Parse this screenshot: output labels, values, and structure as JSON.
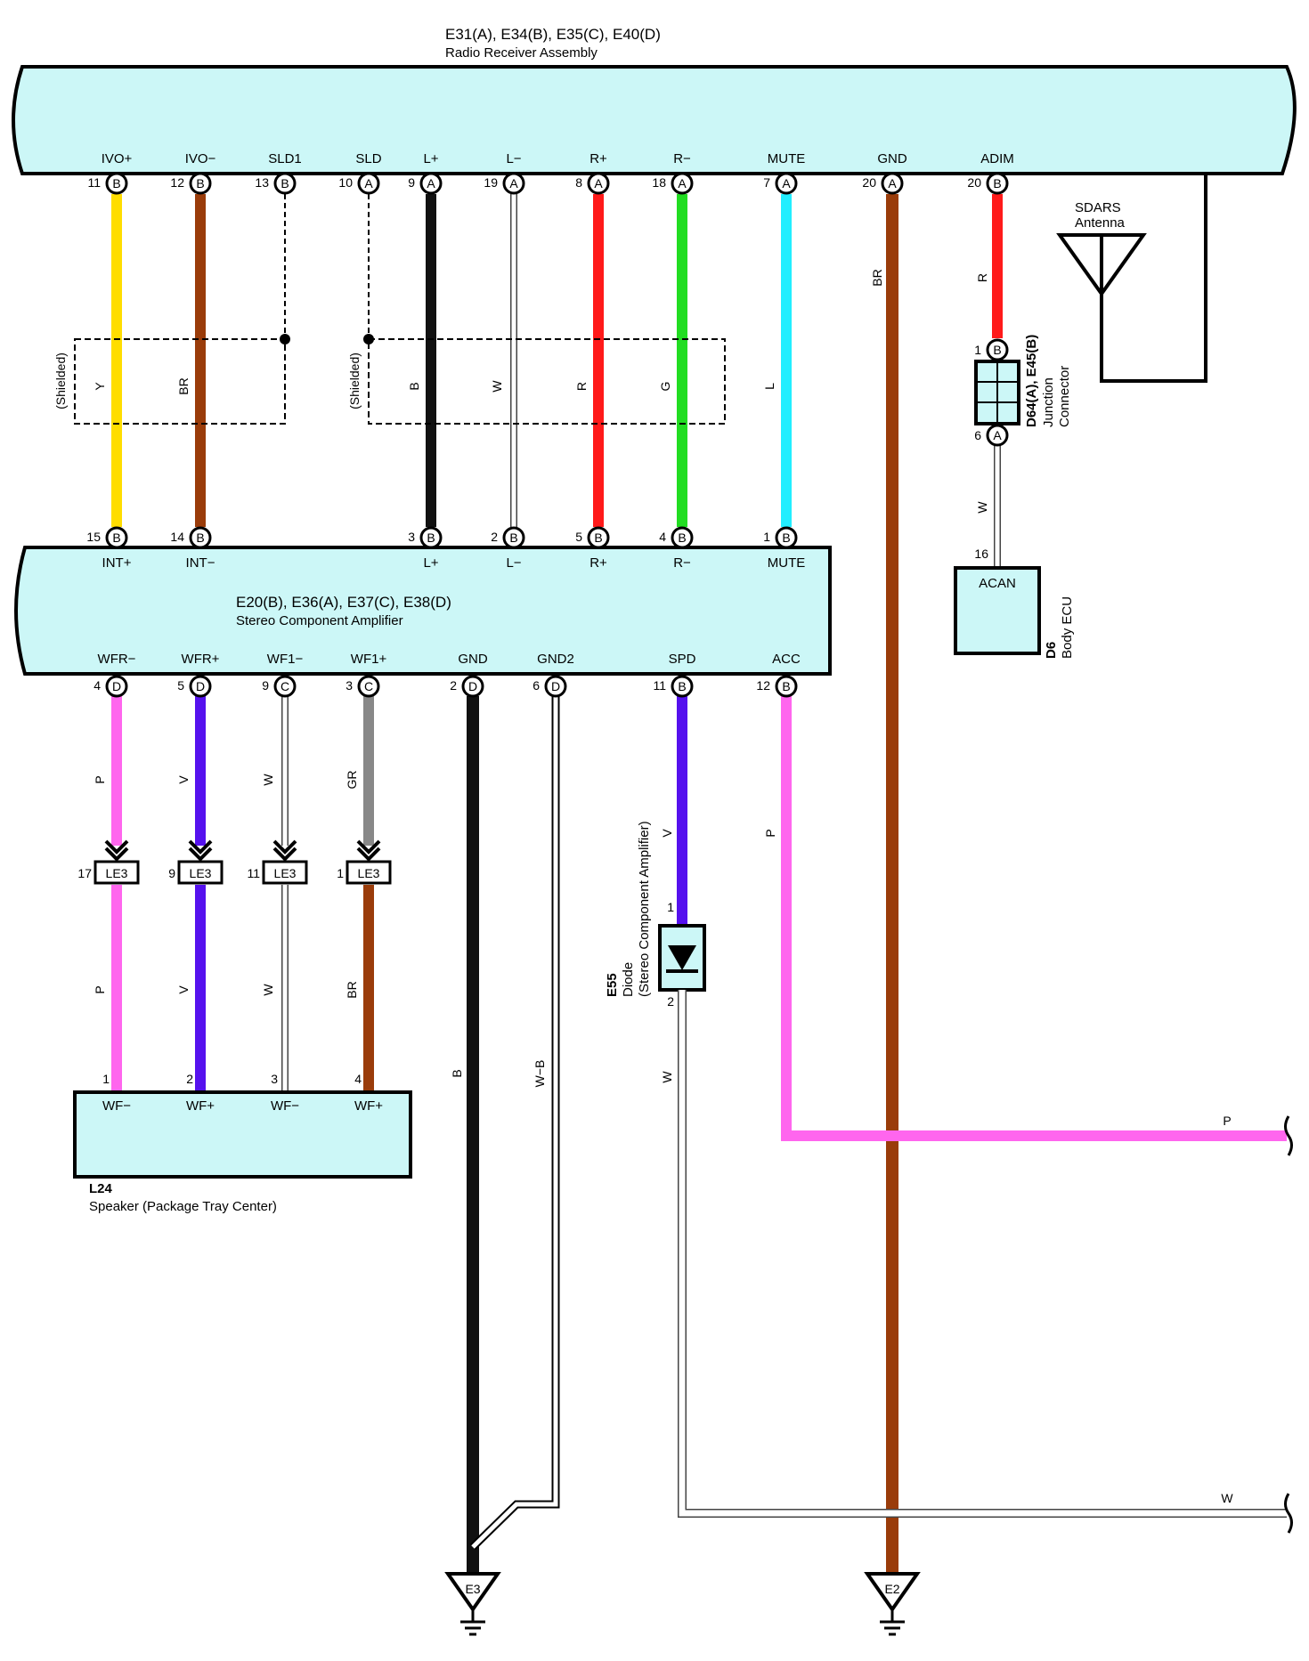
{
  "radio": {
    "codes": "E31(A), E34(B), E35(C), E40(D)",
    "name": "Radio Receiver Assembly"
  },
  "radio_pins": [
    {
      "label": "IVO+",
      "num": "11",
      "conn": "B",
      "wire": "Y",
      "color": "#ffdd00"
    },
    {
      "label": "IVO−",
      "num": "12",
      "conn": "B",
      "wire": "BR",
      "color": "#9a3c0a"
    },
    {
      "label": "SLD1",
      "num": "13",
      "conn": "B"
    },
    {
      "label": "SLD",
      "num": "10",
      "conn": "A"
    },
    {
      "label": "L+",
      "num": "9",
      "conn": "A",
      "wire": "B",
      "color": "#111111"
    },
    {
      "label": "L−",
      "num": "19",
      "conn": "A",
      "wire": "W",
      "color": "#ffffff"
    },
    {
      "label": "R+",
      "num": "8",
      "conn": "A",
      "wire": "R",
      "color": "#ff1a1a"
    },
    {
      "label": "R−",
      "num": "18",
      "conn": "A",
      "wire": "G",
      "color": "#22dd22"
    },
    {
      "label": "MUTE",
      "num": "7",
      "conn": "A",
      "wire": "L",
      "color": "#22eeff"
    },
    {
      "label": "GND",
      "num": "20",
      "conn": "A",
      "wire": "BR",
      "color": "#9a3c0a"
    },
    {
      "label": "ADIM",
      "num": "20",
      "conn": "B",
      "wire": "R",
      "color": "#ff1a1a"
    }
  ],
  "shielded_label": "(Shielded)",
  "sdars": {
    "line1": "SDARS",
    "line2": "Antenna"
  },
  "junction": {
    "code": "D64(A), E45(B)",
    "line1": "Junction",
    "line2": "Connector",
    "pin_top": "1",
    "conn_top": "B",
    "pin_bottom": "6",
    "conn_bottom": "A",
    "wire": "W"
  },
  "body_ecu": {
    "code": "D6",
    "name": "Body ECU",
    "term": "ACAN",
    "pin": "16"
  },
  "amp": {
    "codes": "E20(B), E36(A), E37(C), E38(D)",
    "name": "Stereo Component Amplifier"
  },
  "amp_top_pins": [
    {
      "label": "INT+",
      "num": "15",
      "conn": "B"
    },
    {
      "label": "INT−",
      "num": "14",
      "conn": "B"
    },
    {
      "label": "L+",
      "num": "3",
      "conn": "B"
    },
    {
      "label": "L−",
      "num": "2",
      "conn": "B"
    },
    {
      "label": "R+",
      "num": "5",
      "conn": "B"
    },
    {
      "label": "R−",
      "num": "4",
      "conn": "B"
    },
    {
      "label": "MUTE",
      "num": "1",
      "conn": "B"
    }
  ],
  "amp_bottom_pins": [
    {
      "label": "WFR−",
      "num": "4",
      "conn": "D",
      "wire": "P",
      "color": "#ff66ee"
    },
    {
      "label": "WFR+",
      "num": "5",
      "conn": "D",
      "wire": "V",
      "color": "#5511ee"
    },
    {
      "label": "WF1−",
      "num": "9",
      "conn": "C",
      "wire": "W",
      "color": "#ffffff"
    },
    {
      "label": "WF1+",
      "num": "3",
      "conn": "C",
      "wire": "GR",
      "color": "#888888"
    },
    {
      "label": "GND",
      "num": "2",
      "conn": "D",
      "wire": "B",
      "color": "#111111"
    },
    {
      "label": "GND2",
      "num": "6",
      "conn": "D",
      "wire": "W−B",
      "color": "#ffffff"
    },
    {
      "label": "SPD",
      "num": "11",
      "conn": "B",
      "wire": "V",
      "color": "#5511ee"
    },
    {
      "label": "ACC",
      "num": "12",
      "conn": "B",
      "wire": "P",
      "color": "#ff66ee"
    }
  ],
  "le3": [
    {
      "num": "17",
      "label": "LE3",
      "wire_below": "P",
      "color_below": "#ff66ee"
    },
    {
      "num": "9",
      "label": "LE3",
      "wire_below": "V",
      "color_below": "#5511ee"
    },
    {
      "num": "11",
      "label": "LE3",
      "wire_below": "W",
      "color_below": "#ffffff"
    },
    {
      "num": "1",
      "label": "LE3",
      "wire_below": "BR",
      "color_below": "#9a3c0a"
    }
  ],
  "speaker": {
    "code": "L24",
    "name": "Speaker (Package Tray Center)",
    "pins": [
      {
        "label": "WF−",
        "num": "1"
      },
      {
        "label": "WF+",
        "num": "2"
      },
      {
        "label": "WF−",
        "num": "3"
      },
      {
        "label": "WF+",
        "num": "4"
      }
    ]
  },
  "diode": {
    "code": "E55",
    "line1": "Diode",
    "line2": "(Stereo Component Amplifier)",
    "pin1": "1",
    "pin2": "2",
    "wire_in": "V",
    "wire_out": "W"
  },
  "outputs": {
    "p_label": "P",
    "w_label": "W"
  },
  "grounds": [
    {
      "label": "E3"
    },
    {
      "label": "E2"
    }
  ]
}
